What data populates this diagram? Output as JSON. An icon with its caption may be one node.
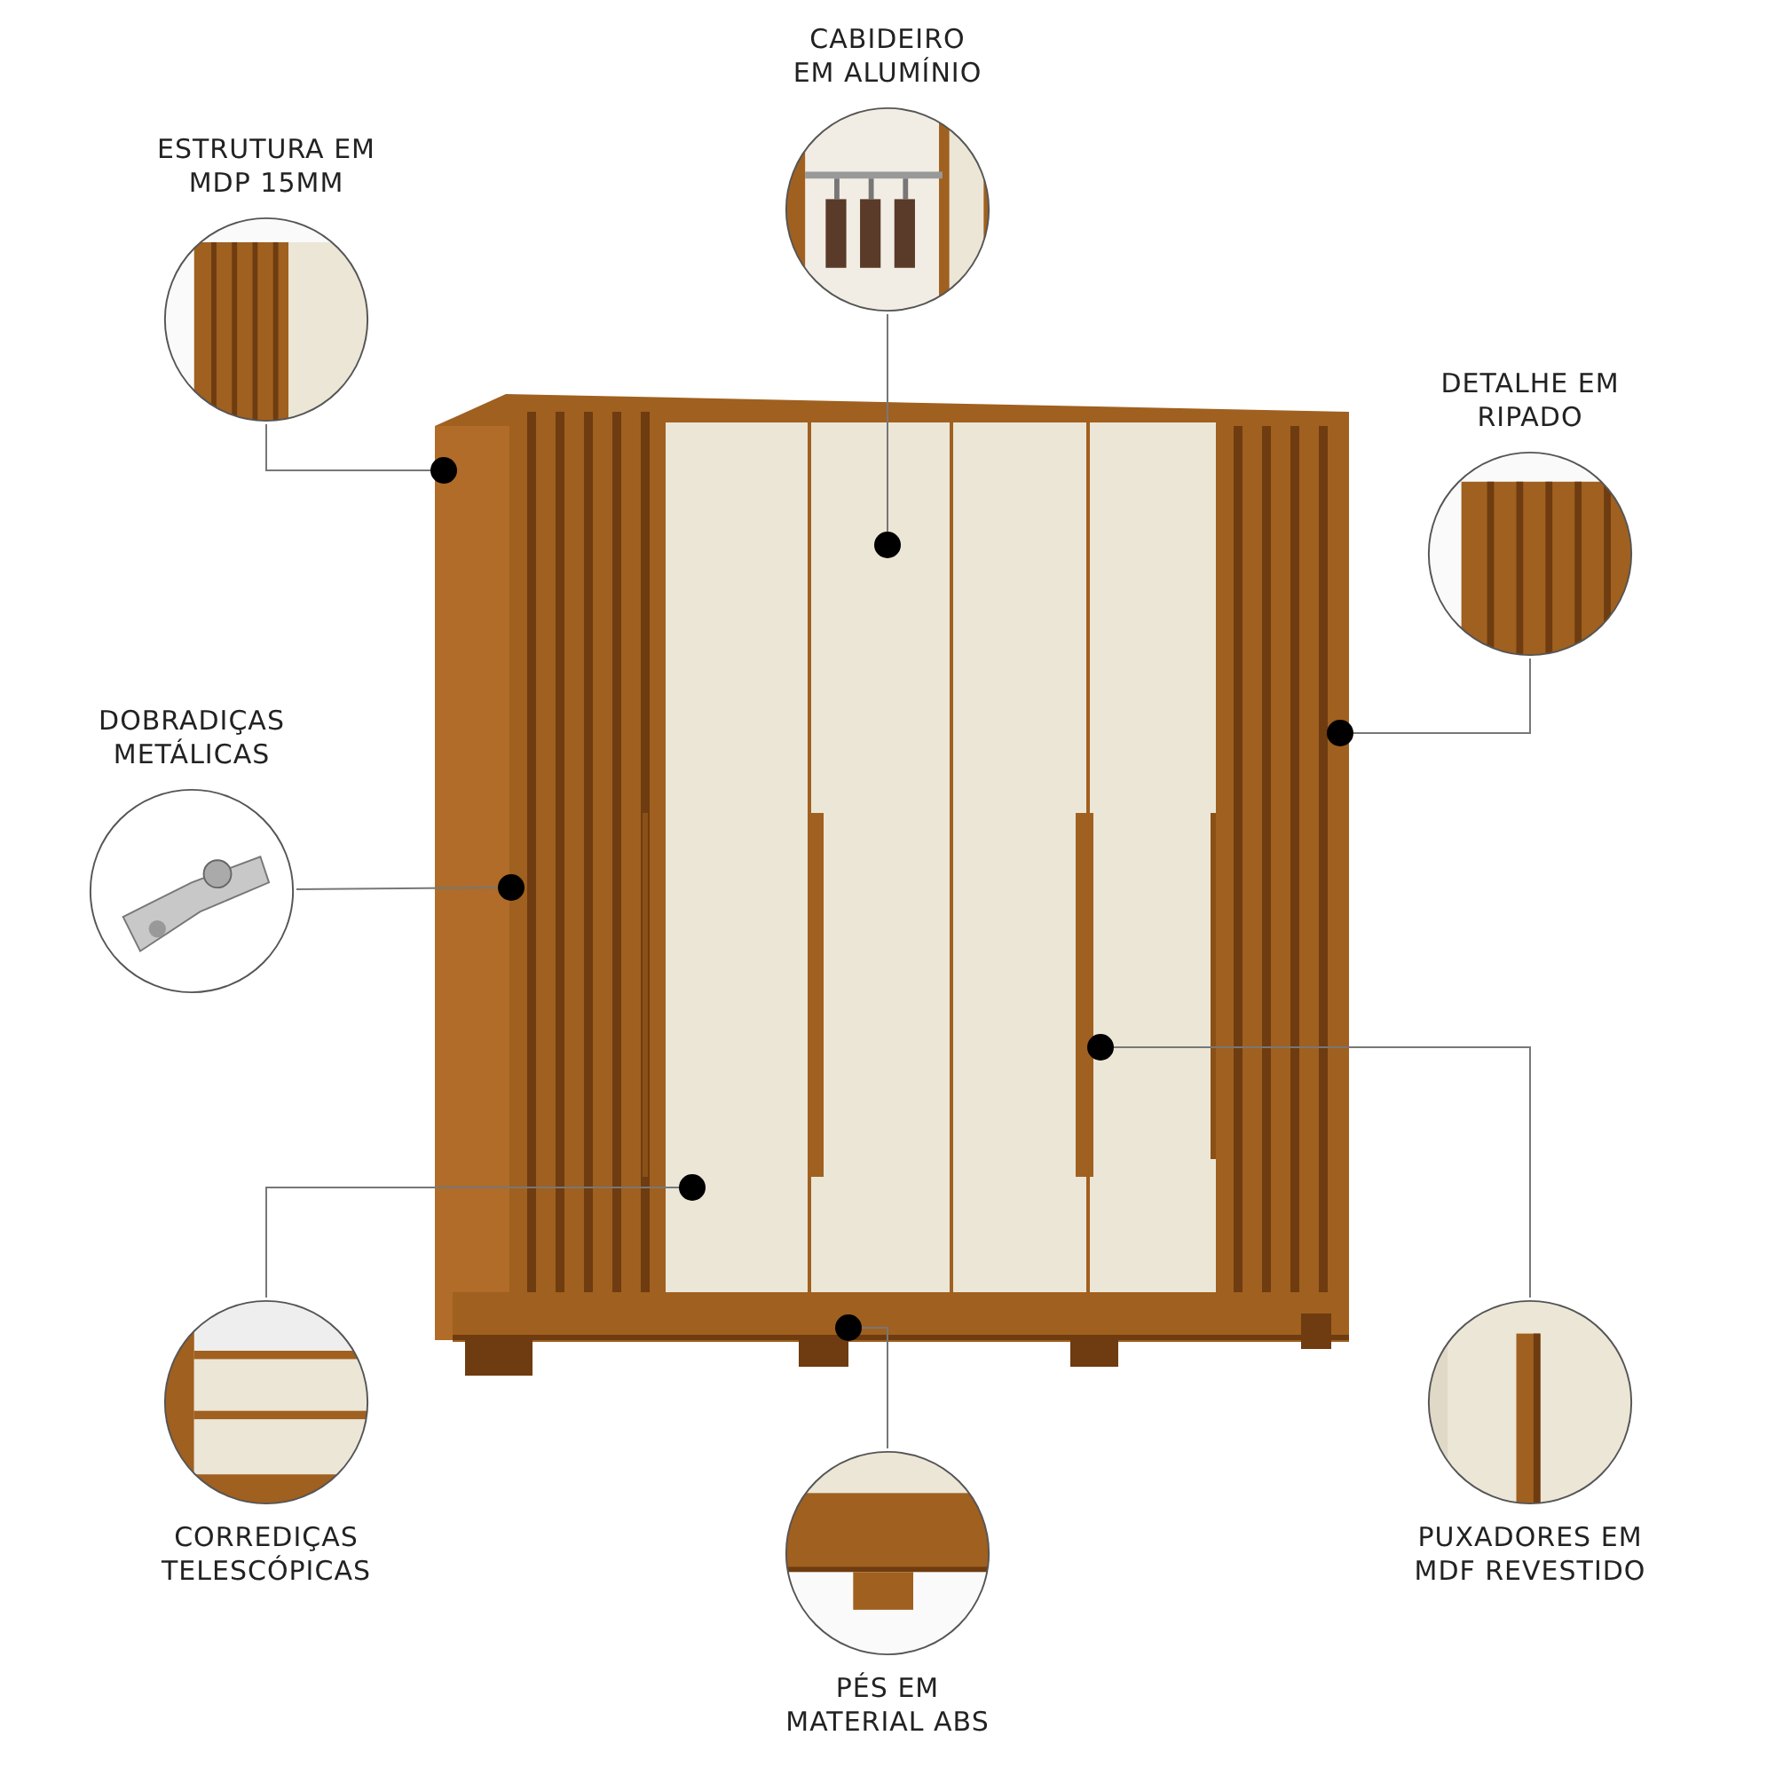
{
  "diagram": {
    "nodes": [
      {
        "text": [],
        "shape": "picture"
      },
      {
        "text": [
          "CABIDEIRO EM ALUMÍNIO"
        ]
      },
      {
        "text": [
          "ESTRUTURA EM MDP 15MM"
        ]
      },
      {
        "text": [
          "DETALHE EM RIPADO"
        ]
      },
      {
        "text": [
          "DOBRADIÇAS METÁLICAS"
        ]
      },
      {
        "text": [
          "CORREDIÇAS TELESCÓPICAS"
        ]
      },
      {
        "text": [
          "PUXADORES EM MDF REVESTIDO"
        ]
      },
      {
        "text": [
          "PÉS EM MATERIAL ABS"
        ]
      }
    ],
    "edges": [
      {
        "from": 1,
        "to": 0,
        "arrow": "other"
      },
      {
        "from": 2,
        "to": 0,
        "arrow": "other"
      },
      {
        "from": 3,
        "to": 0,
        "arrow": "other"
      },
      {
        "from": 4,
        "to": 0,
        "arrow": "other"
      },
      {
        "from": 5,
        "to": 0,
        "arrow": "other"
      },
      {
        "from": 6,
        "to": 0,
        "arrow": "other"
      },
      {
        "from": 7,
        "to": 0,
        "arrow": "other"
      }
    ]
  }
}
